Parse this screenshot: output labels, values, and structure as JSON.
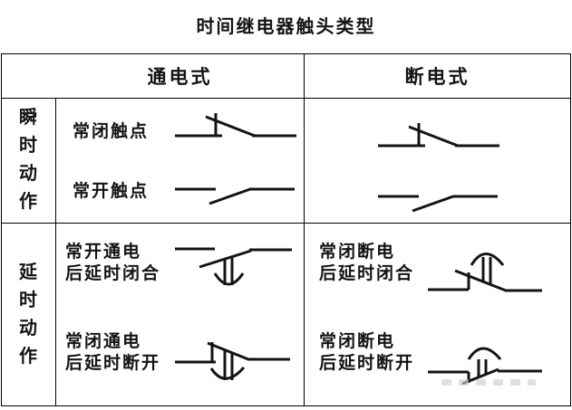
{
  "title": "时间继电器触头类型",
  "table": {
    "headers": {
      "energized": "通电式",
      "deenergized": "断电式"
    },
    "sections": [
      {
        "group_label": "瞬时动作",
        "rows": [
          {
            "label": "常闭触点",
            "symbol": "normally-closed-contact"
          },
          {
            "label": "常开触点",
            "symbol": "normally-open-contact"
          }
        ]
      },
      {
        "group_label": "延时动作",
        "energized_rows": [
          {
            "line1": "常开通电",
            "line2": "后延时闭合",
            "symbol": "no-contact-delayed-close"
          },
          {
            "line1": "常闭通电",
            "line2": "后延时断开",
            "symbol": "nc-contact-delayed-open"
          }
        ],
        "deenergized_rows": [
          {
            "line1": "常闭断电",
            "line2": "后延时闭合",
            "symbol": "nc-contact-delayed-close-on-deenergize"
          },
          {
            "line1": "常闭断电",
            "line2": "后延时断开",
            "symbol": "nc-contact-delayed-open-on-deenergize"
          }
        ]
      }
    ]
  },
  "colors": {
    "ink": "#141414",
    "grid": "#000000",
    "background": "#ffffff"
  }
}
